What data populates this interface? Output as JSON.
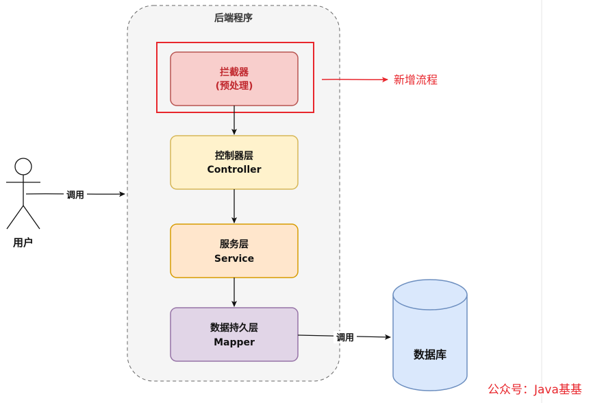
{
  "container": {
    "title": "后端程序"
  },
  "layers": [
    {
      "id": "interceptor",
      "line1": "拦截器",
      "line2": "(预处理)",
      "fill": "#f8cecc",
      "stroke": "#b85450",
      "text_color": "#c0282e"
    },
    {
      "id": "controller",
      "line1": "控制器层",
      "line2": "Controller",
      "fill": "#fff2cc",
      "stroke": "#d6b656",
      "text_color": "#111111"
    },
    {
      "id": "service",
      "line1": "服务层",
      "line2": "Service",
      "fill": "#ffe6cc",
      "stroke": "#d79b00",
      "text_color": "#111111"
    },
    {
      "id": "mapper",
      "line1": "数据持久层",
      "line2": "Mapper",
      "fill": "#e1d5e7",
      "stroke": "#9673a6",
      "text_color": "#111111"
    }
  ],
  "user": {
    "label": "用户"
  },
  "edges": {
    "user_call": "调用",
    "db_call": "调用"
  },
  "highlight": {
    "label": "新增流程",
    "color": "#e8262c"
  },
  "database": {
    "label": "数据库",
    "fill": "#dae8fc",
    "stroke": "#6c8ebf"
  },
  "watermark": {
    "text": "公众号：Java基基",
    "color": "#e8262c"
  }
}
